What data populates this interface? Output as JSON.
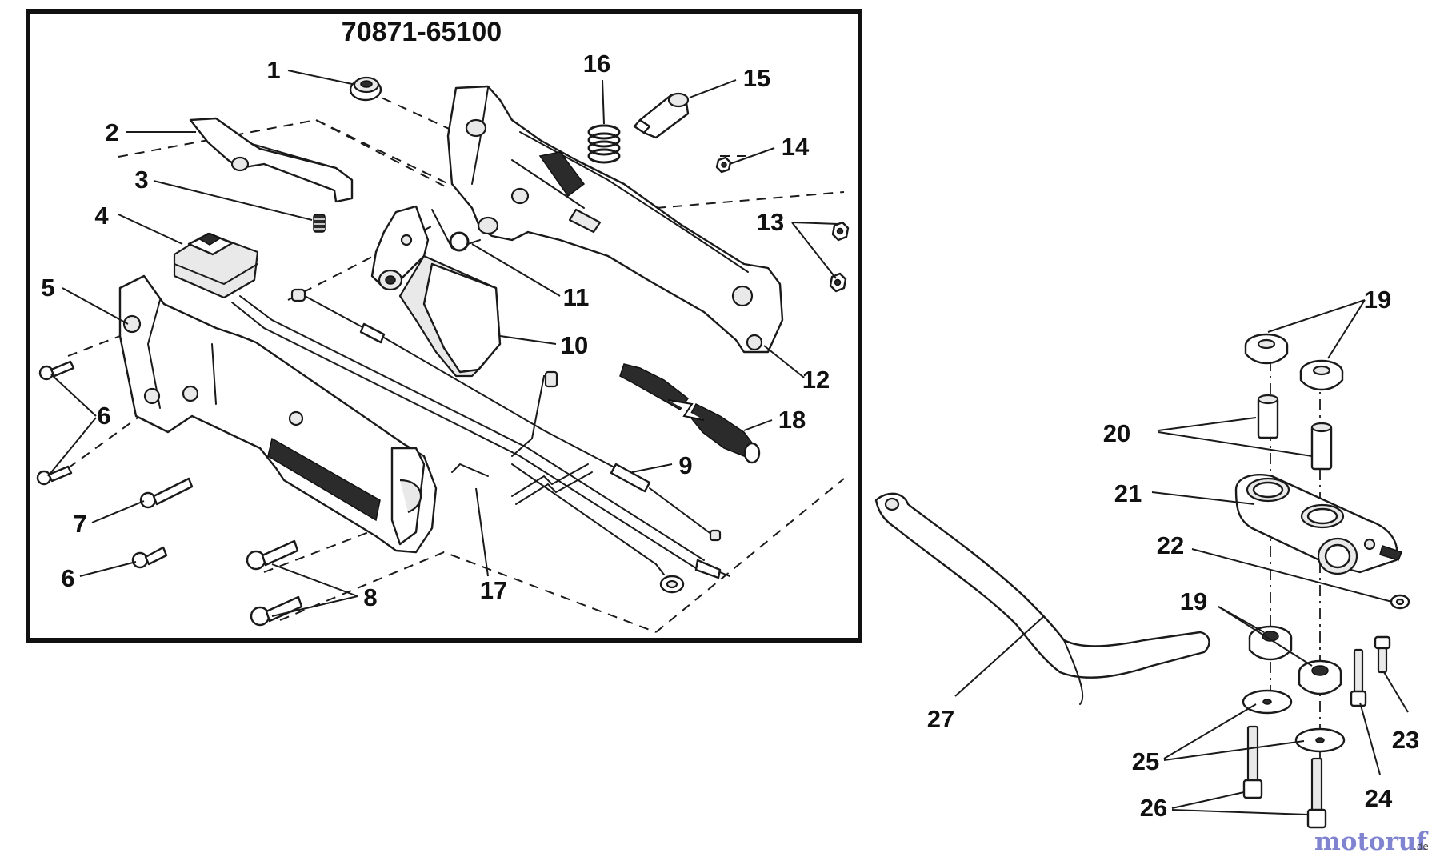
{
  "diagram": {
    "assembly_number": "70871-65100",
    "watermark": {
      "brand": "motoruf",
      "suffix": ".de"
    },
    "callouts": [
      {
        "id": "callout-1",
        "text": "1"
      },
      {
        "id": "callout-2",
        "text": "2"
      },
      {
        "id": "callout-3",
        "text": "3"
      },
      {
        "id": "callout-4",
        "text": "4"
      },
      {
        "id": "callout-5",
        "text": "5"
      },
      {
        "id": "callout-6a",
        "text": "6"
      },
      {
        "id": "callout-6b",
        "text": "6"
      },
      {
        "id": "callout-7",
        "text": "7"
      },
      {
        "id": "callout-8",
        "text": "8"
      },
      {
        "id": "callout-9",
        "text": "9"
      },
      {
        "id": "callout-10",
        "text": "10"
      },
      {
        "id": "callout-11",
        "text": "11"
      },
      {
        "id": "callout-12",
        "text": "12"
      },
      {
        "id": "callout-13",
        "text": "13"
      },
      {
        "id": "callout-14",
        "text": "14"
      },
      {
        "id": "callout-15",
        "text": "15"
      },
      {
        "id": "callout-16",
        "text": "16"
      },
      {
        "id": "callout-17",
        "text": "17"
      },
      {
        "id": "callout-18",
        "text": "18"
      },
      {
        "id": "callout-19a",
        "text": "19"
      },
      {
        "id": "callout-19b",
        "text": "19"
      },
      {
        "id": "callout-20",
        "text": "20"
      },
      {
        "id": "callout-21",
        "text": "21"
      },
      {
        "id": "callout-22",
        "text": "22"
      },
      {
        "id": "callout-23",
        "text": "23"
      },
      {
        "id": "callout-24",
        "text": "24"
      },
      {
        "id": "callout-25",
        "text": "25"
      },
      {
        "id": "callout-26",
        "text": "26"
      },
      {
        "id": "callout-27",
        "text": "27"
      }
    ]
  }
}
